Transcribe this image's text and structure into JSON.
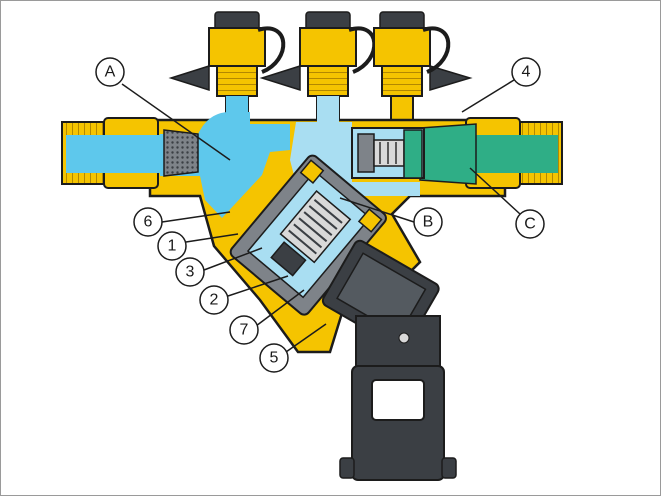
{
  "diagram": {
    "callouts": [
      {
        "id": "A",
        "label": "A"
      },
      {
        "id": "4",
        "label": "4"
      },
      {
        "id": "6",
        "label": "6"
      },
      {
        "id": "B",
        "label": "B"
      },
      {
        "id": "C",
        "label": "C"
      },
      {
        "id": "1",
        "label": "1"
      },
      {
        "id": "3",
        "label": "3"
      },
      {
        "id": "2",
        "label": "2"
      },
      {
        "id": "7",
        "label": "7"
      },
      {
        "id": "5",
        "label": "5"
      }
    ],
    "colors": {
      "brass": "#f5c400",
      "brass_dark": "#c79a00",
      "upstream_water": "#5ec8ec",
      "zone_water": "#a9def2",
      "downstream_water": "#2fae86",
      "body_gray": "#7e8389",
      "dark_gray": "#3b3f44",
      "outline": "#1c1c1c"
    }
  }
}
